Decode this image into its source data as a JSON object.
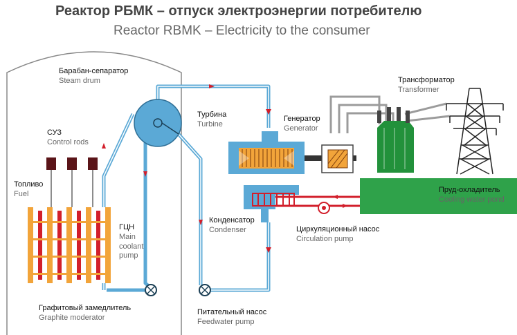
{
  "title_ru": "Реактор РБМК – отпуск электроэнергии потребителю",
  "title_en": "Reactor RBMK – Electricity to the consumer",
  "labels": {
    "steam_drum": {
      "ru": "Барабан-сепаратор",
      "en": "Steam drum"
    },
    "turbine": {
      "ru": "Турбина",
      "en": "Turbine"
    },
    "generator": {
      "ru": "Генератор",
      "en": "Generator"
    },
    "transformer": {
      "ru": "Трансформатор",
      "en": "Transformer"
    },
    "control_rods": {
      "ru": "СУЗ",
      "en": "Control rods"
    },
    "fuel": {
      "ru": "Топливо",
      "en": "Fuel"
    },
    "mcp": {
      "ru": "ГЦН",
      "en1": "Main",
      "en2": "coolant",
      "en3": "pump"
    },
    "condenser": {
      "ru": "Конденсатор",
      "en": "Condenser"
    },
    "circ_pump": {
      "ru": "Циркуляционный насос",
      "en": "Circulation pump"
    },
    "cooling_pond": {
      "ru": "Пруд-охладитель",
      "en": "Cooling water pond"
    },
    "moderator": {
      "ru": "Графитовый замедлитель",
      "en": "Graphite moderator"
    },
    "feedwater": {
      "ru": "Питательный насос",
      "en": "Feedwater pump"
    }
  },
  "colors": {
    "pipe": "#5ba9d6",
    "pipe_dark": "#2f6f96",
    "fuel": "#f2a43a",
    "fuel_rod": "#d21f2b",
    "cooling": "#2fa24a",
    "transformer": "#22913b",
    "gray_line": "#9b9b9b",
    "arrow": "#d21f2b"
  }
}
